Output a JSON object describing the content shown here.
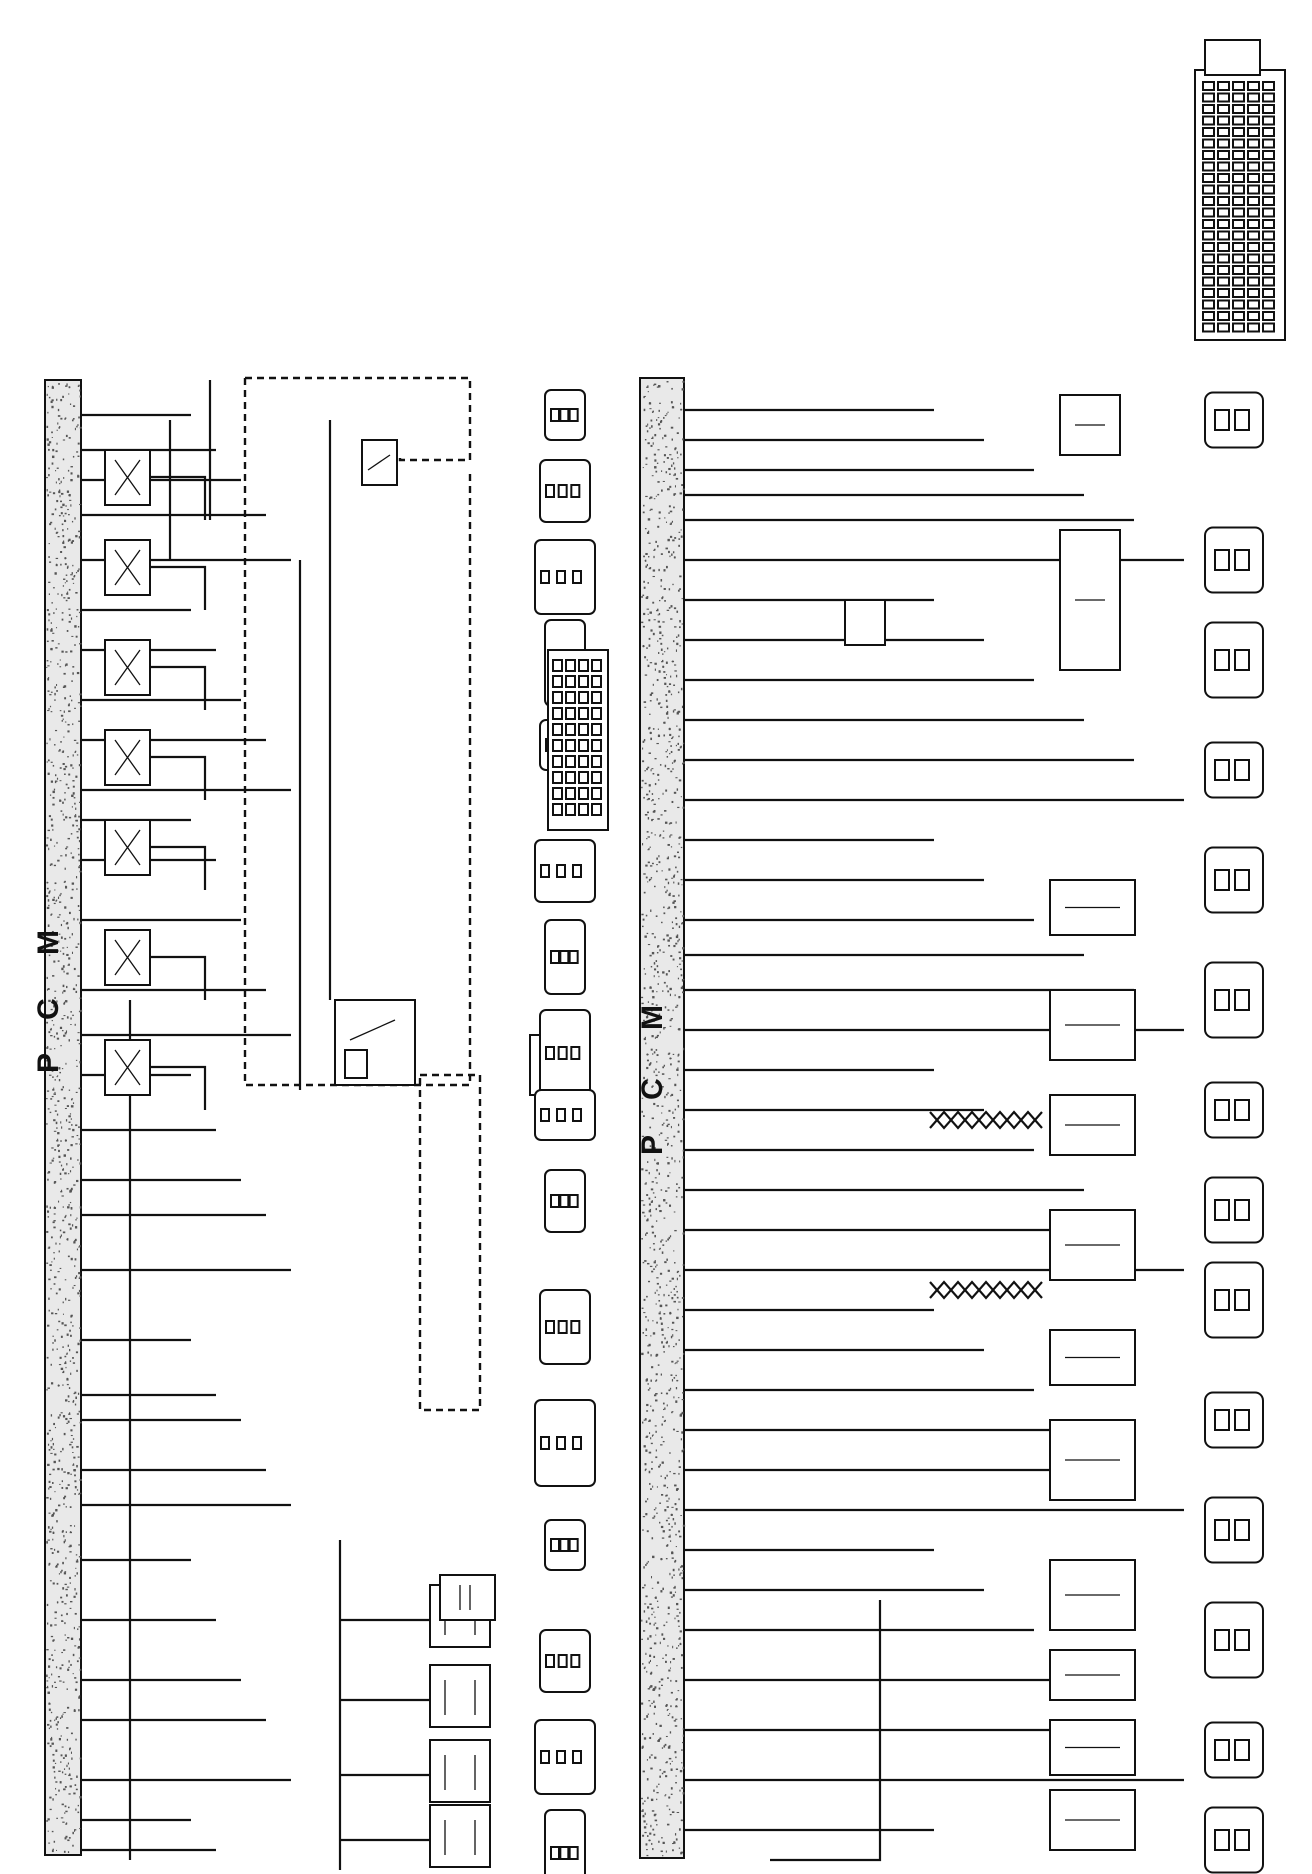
{
  "pcm_top": {
    "letters": [
      "P",
      "C",
      "M"
    ]
  },
  "pcm_bottom": {
    "letters": [
      "P",
      "C",
      "M"
    ]
  }
}
